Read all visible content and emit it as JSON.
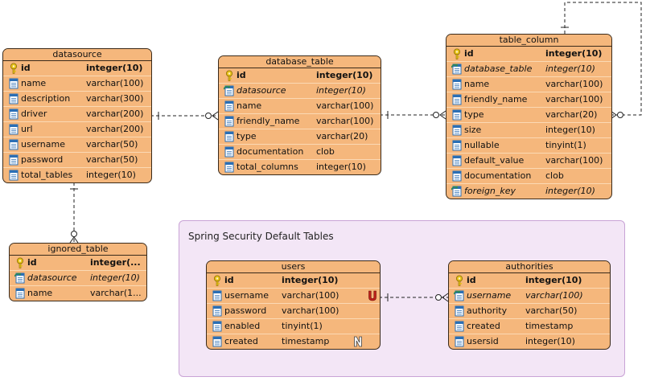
{
  "group": {
    "title": "Spring Security Default Tables"
  },
  "tables": [
    {
      "id": "datasource",
      "name": "datasource",
      "columns": [
        {
          "name": "id",
          "type": "integer(10)",
          "kind": "pk"
        },
        {
          "name": "name",
          "type": "varchar(100)",
          "kind": "col"
        },
        {
          "name": "description",
          "type": "varchar(300)",
          "kind": "col"
        },
        {
          "name": "driver",
          "type": "varchar(200)",
          "kind": "col"
        },
        {
          "name": "url",
          "type": "varchar(200)",
          "kind": "col"
        },
        {
          "name": "username",
          "type": "varchar(50)",
          "kind": "col"
        },
        {
          "name": "password",
          "type": "varchar(50)",
          "kind": "col"
        },
        {
          "name": "total_tables",
          "type": "integer(10)",
          "kind": "col"
        }
      ]
    },
    {
      "id": "database_table",
      "name": "database_table",
      "columns": [
        {
          "name": "id",
          "type": "integer(10)",
          "kind": "pk"
        },
        {
          "name": "datasource",
          "type": "integer(10)",
          "kind": "fk"
        },
        {
          "name": "name",
          "type": "varchar(100)",
          "kind": "col"
        },
        {
          "name": "friendly_name",
          "type": "varchar(100)",
          "kind": "col"
        },
        {
          "name": "type",
          "type": "varchar(20)",
          "kind": "col"
        },
        {
          "name": "documentation",
          "type": "clob",
          "kind": "col"
        },
        {
          "name": "total_columns",
          "type": "integer(10)",
          "kind": "col"
        }
      ]
    },
    {
      "id": "table_column",
      "name": "table_column",
      "columns": [
        {
          "name": "id",
          "type": "integer(10)",
          "kind": "pk"
        },
        {
          "name": "database_table",
          "type": "integer(10)",
          "kind": "fk"
        },
        {
          "name": "name",
          "type": "varchar(100)",
          "kind": "col"
        },
        {
          "name": "friendly_name",
          "type": "varchar(100)",
          "kind": "col"
        },
        {
          "name": "type",
          "type": "varchar(20)",
          "kind": "col"
        },
        {
          "name": "size",
          "type": "integer(10)",
          "kind": "col"
        },
        {
          "name": "nullable",
          "type": "tinyint(1)",
          "kind": "col"
        },
        {
          "name": "default_value",
          "type": "varchar(100)",
          "kind": "col"
        },
        {
          "name": "documentation",
          "type": "clob",
          "kind": "col"
        },
        {
          "name": "foreign_key",
          "type": "integer(10)",
          "kind": "fk"
        }
      ]
    },
    {
      "id": "ignored_table",
      "name": "ignored_table",
      "columns": [
        {
          "name": "id",
          "type": "integer(...",
          "kind": "pk"
        },
        {
          "name": "datasource",
          "type": "integer(10)",
          "kind": "fk"
        },
        {
          "name": "name",
          "type": "varchar(1...",
          "kind": "col"
        }
      ]
    },
    {
      "id": "users",
      "name": "users",
      "columns": [
        {
          "name": "id",
          "type": "integer(10)",
          "kind": "pk"
        },
        {
          "name": "username",
          "type": "varchar(100)",
          "kind": "col",
          "badge": "U"
        },
        {
          "name": "password",
          "type": "varchar(100)",
          "kind": "col"
        },
        {
          "name": "enabled",
          "type": "tinyint(1)",
          "kind": "col"
        },
        {
          "name": "created",
          "type": "timestamp",
          "kind": "col",
          "badge": "N"
        }
      ]
    },
    {
      "id": "authorities",
      "name": "authorities",
      "columns": [
        {
          "name": "id",
          "type": "integer(10)",
          "kind": "pk"
        },
        {
          "name": "username",
          "type": "varchar(100)",
          "kind": "fk"
        },
        {
          "name": "authority",
          "type": "varchar(50)",
          "kind": "col"
        },
        {
          "name": "created",
          "type": "timestamp",
          "kind": "col"
        },
        {
          "name": "usersid",
          "type": "integer(10)",
          "kind": "col"
        }
      ]
    }
  ],
  "colors": {
    "table_fill": "#f5b77c",
    "row_divider": "#fbd9b4",
    "group_fill": "#f3e6f6",
    "key_icon": "#e8c21a",
    "column_icon": "#2b6fb5",
    "fk_arrow": "#2e8b57",
    "unique_badge": "#c0201a"
  }
}
